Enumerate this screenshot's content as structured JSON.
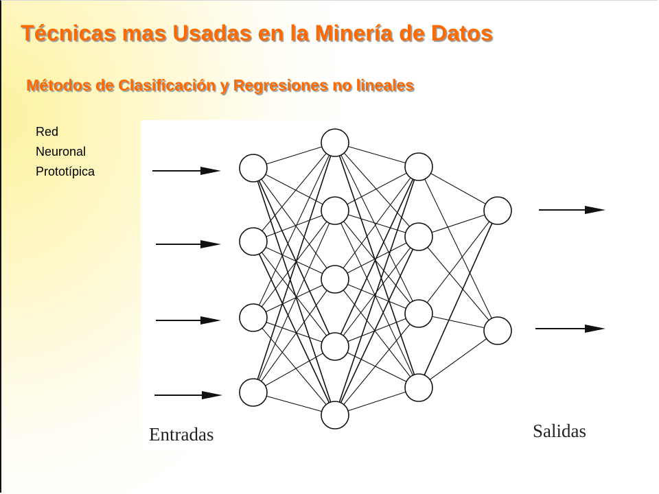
{
  "slide": {
    "title": "Técnicas mas Usadas en la Minería de Datos",
    "subtitle": "Métodos de Clasificación y Regresiones no lineales",
    "caption_lines": [
      "Red",
      "Neuronal",
      "Prototípica"
    ]
  },
  "network": {
    "input_label": "Entradas",
    "output_label": "Salidas",
    "layers": [
      {
        "name": "input",
        "nodes": 4
      },
      {
        "name": "hidden-1",
        "nodes": 5
      },
      {
        "name": "hidden-2",
        "nodes": 4
      },
      {
        "name": "output",
        "nodes": 2
      }
    ],
    "input_arrows": 4,
    "output_arrows": 2,
    "fully_connected": true
  },
  "colors": {
    "title": "#ff6a00",
    "shadow": "#9a9a9a",
    "node_fill": "#ffffff",
    "stroke": "#111111"
  }
}
